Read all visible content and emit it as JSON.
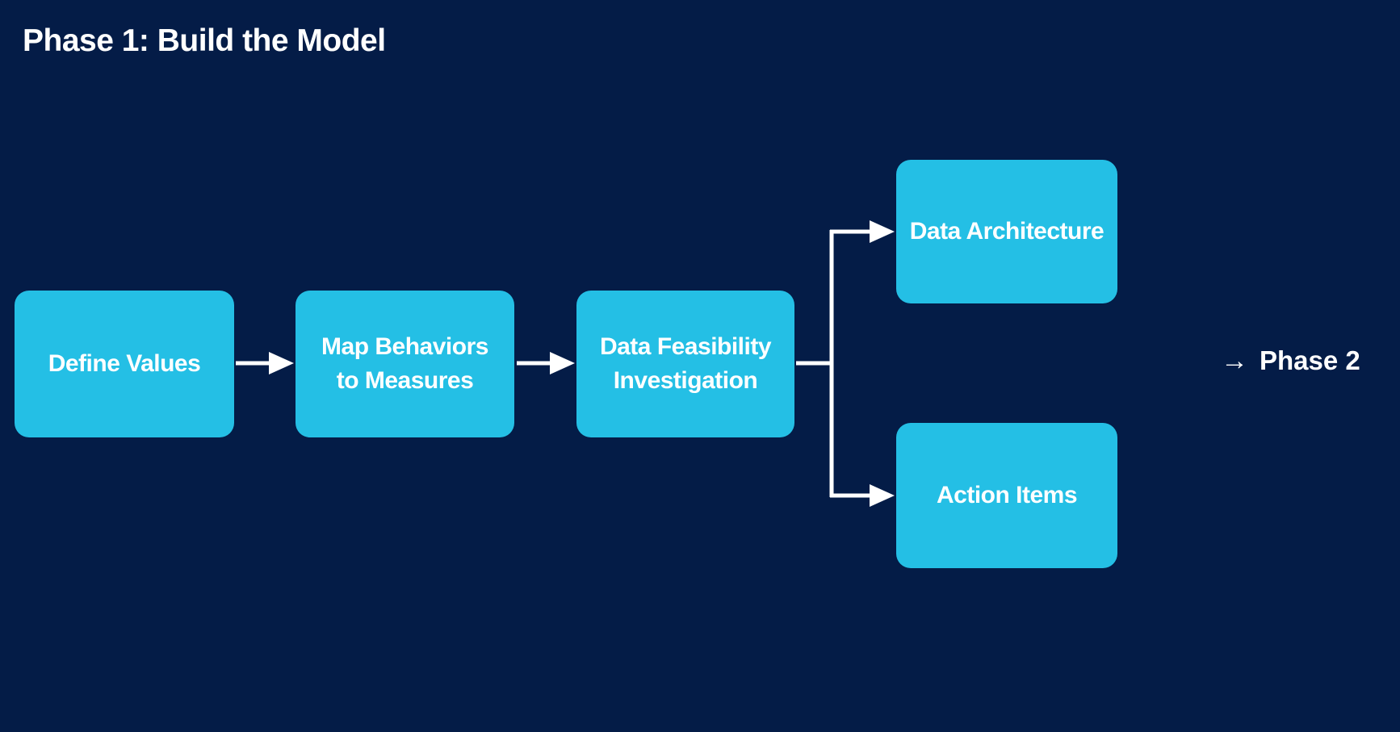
{
  "title": "Phase 1: Build the Model",
  "colors": {
    "background": "#041c47",
    "box_fill": "#24bfe5",
    "text": "#ffffff",
    "connector": "#ffffff"
  },
  "steps": {
    "define_values": "Define Values",
    "map_behaviors": "Map Behaviors\nto Measures",
    "data_feasibility": "Data Feasibility\nInvestigation",
    "data_architecture": "Data Architecture",
    "action_items": "Action Items"
  },
  "next_phase": {
    "arrow": "→",
    "label": "Phase 2"
  },
  "edges": [
    {
      "from": "Define Values",
      "to": "Map Behaviors to Measures"
    },
    {
      "from": "Map Behaviors to Measures",
      "to": "Data Feasibility Investigation"
    },
    {
      "from": "Data Feasibility Investigation",
      "to": "Data Architecture"
    },
    {
      "from": "Data Feasibility Investigation",
      "to": "Action Items"
    }
  ]
}
